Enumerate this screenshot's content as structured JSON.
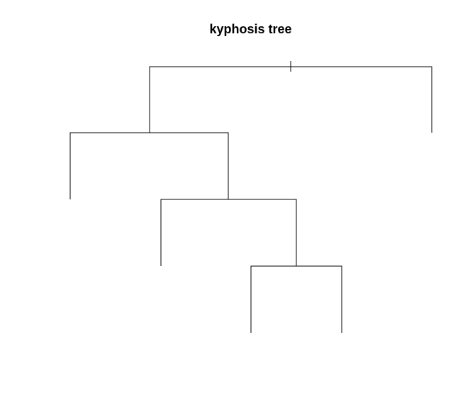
{
  "title": "kyphosis tree",
  "colors": {
    "background": "#ffffff",
    "line": "#000000",
    "text": "#000000"
  },
  "tree": {
    "type": "dendrogram-tree",
    "labels_shown": false,
    "root_marker": true,
    "node_count": 9,
    "leaf_count": 5
  }
}
